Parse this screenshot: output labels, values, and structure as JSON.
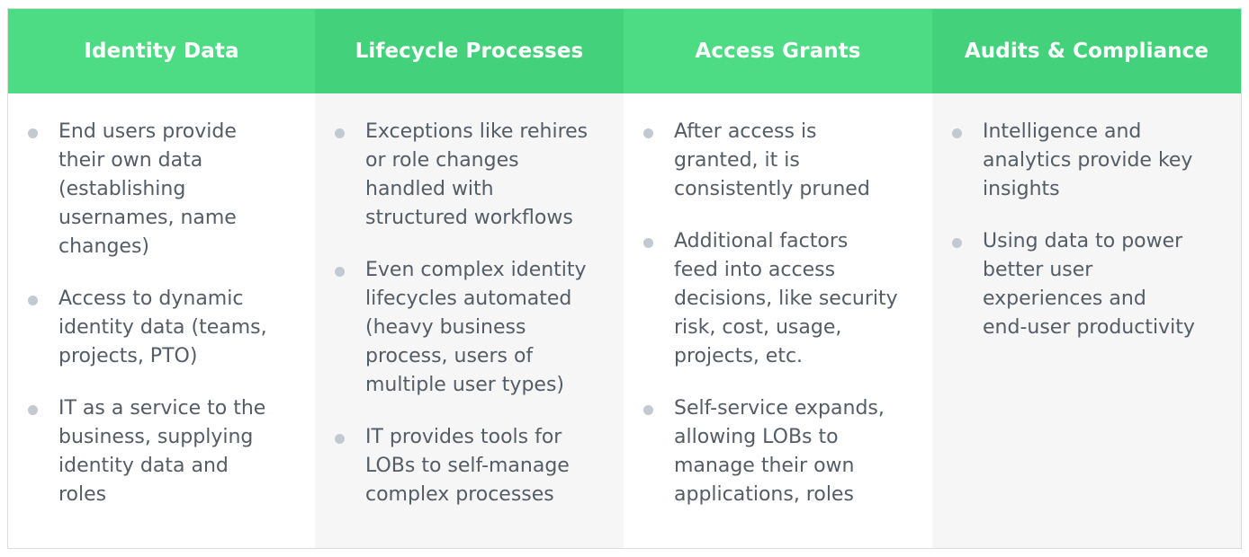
{
  "columns": [
    {
      "title": "Identity Data",
      "items": [
        [
          "End users provide",
          "their own data",
          "(establishing",
          "usernames, name",
          "changes)"
        ],
        [
          "Access to dynamic",
          "identity data (teams,",
          "projects, PTO)"
        ],
        [
          "IT as a service to the",
          "business, supplying",
          "identity data and",
          "roles"
        ]
      ]
    },
    {
      "title": "Lifecycle Processes",
      "items": [
        [
          "Exceptions like rehires",
          "or role changes",
          "handled with",
          "structured workflows"
        ],
        [
          "Even complex identity",
          "lifecycles automated",
          "(heavy business",
          "process, users of",
          "multiple user types)"
        ],
        [
          "IT provides tools for",
          "LOBs to self-manage",
          "complex processes"
        ]
      ]
    },
    {
      "title": "Access Grants",
      "items": [
        [
          "After access is",
          "granted, it is",
          "consistently pruned"
        ],
        [
          "Additional factors",
          "feed into access",
          "decisions, like security",
          "risk, cost, usage,",
          "projects, etc."
        ],
        [
          "Self-service expands,",
          "allowing LOBs to",
          "manage their own",
          "applications, roles"
        ]
      ]
    },
    {
      "title": "Audits & Compliance",
      "items": [
        [
          "Intelligence and",
          "analytics provide key",
          "insights"
        ],
        [
          "Using data to power",
          "better user",
          "experiences and",
          "end-user productivity"
        ]
      ]
    }
  ]
}
